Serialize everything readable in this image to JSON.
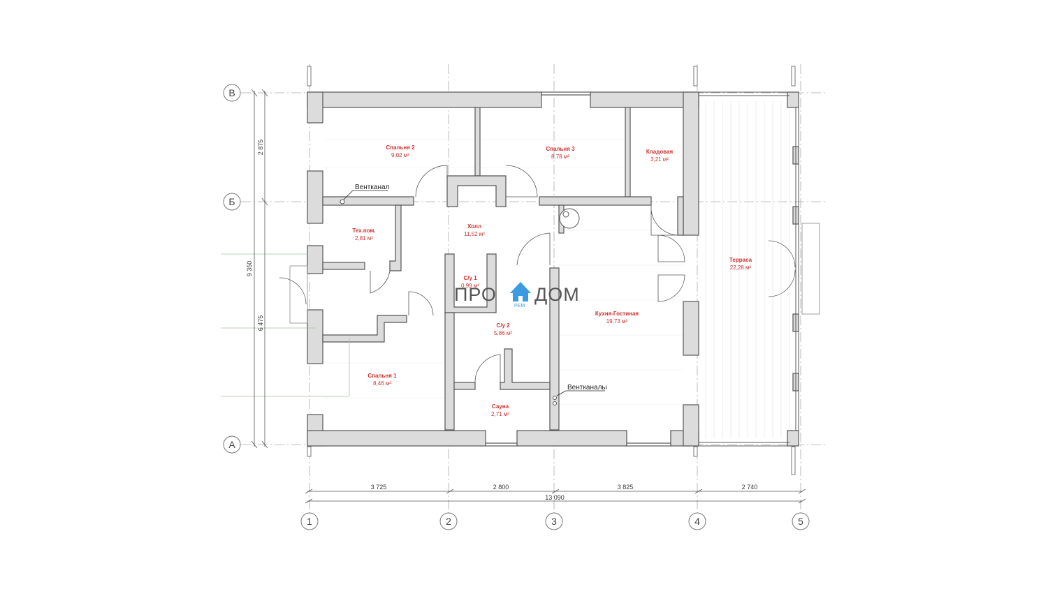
{
  "colors": {
    "wall_fill": "#dcdcdc",
    "wall_stroke": "#555555",
    "room_label": "#d0312d",
    "logo_house": "#3a9be0",
    "grid_line": "#aaaaaa"
  },
  "rooms": {
    "bedroom2": {
      "name": "Спальня 2",
      "area": "9,02 м²"
    },
    "bedroom3": {
      "name": "Спальня 3",
      "area": "8,78 м²"
    },
    "storage": {
      "name": "Кладовая",
      "area": "3,21 м²"
    },
    "tech": {
      "name": "Тех.пом.",
      "area": "2,81 м²"
    },
    "hall": {
      "name": "Холл",
      "area": "11,52 м²"
    },
    "wc1": {
      "name": "С/у 1",
      "area": "0,99 м²"
    },
    "wc2": {
      "name": "С/у 2",
      "area": "5,86 м²"
    },
    "kitchen": {
      "name": "Кухня-Гостиная",
      "area": "19,73 м²"
    },
    "terrace": {
      "name": "Терраса",
      "area": "22,28 м²"
    },
    "bedroom1": {
      "name": "Спальня 1",
      "area": "8,46 м²"
    },
    "sauna": {
      "name": "Сауна",
      "area": "2,71 м²"
    }
  },
  "callouts": {
    "ventkanal": "Вентканал",
    "ventkanaly": "Вентканалы"
  },
  "axes": {
    "rows": [
      "В",
      "Б",
      "А"
    ],
    "cols": [
      "1",
      "2",
      "3",
      "4",
      "5"
    ]
  },
  "dimensions": {
    "bottom": [
      "3 725",
      "2 800",
      "3 825",
      "2 740"
    ],
    "bottom_total": "13 090",
    "left": [
      "2 875",
      "6 475"
    ],
    "left_total": "9 350"
  },
  "logo": {
    "left": "ПРО",
    "right": "ДОМ",
    "sub": "РЕМ",
    "icon": "house-icon"
  }
}
